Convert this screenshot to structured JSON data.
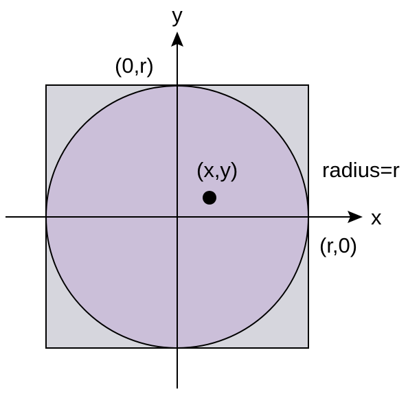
{
  "labels": {
    "y_axis": "y",
    "x_axis": "x",
    "top_point": "(0,r)",
    "right_point": "(r,0)",
    "sample_point": "(x,y)",
    "radius": "radius=r"
  },
  "colors": {
    "square_fill": "#d6d6dd",
    "circle_fill": "#cbbfd9",
    "stroke": "#000000",
    "point": "#000000"
  }
}
